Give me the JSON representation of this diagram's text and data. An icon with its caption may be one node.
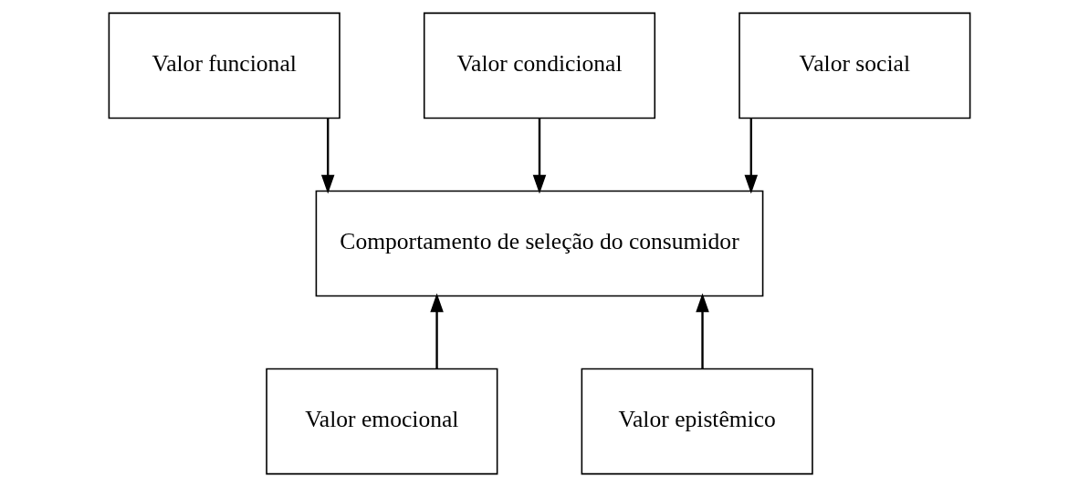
{
  "diagram": {
    "nodes": [
      {
        "text": [
          "Valor funcional"
        ]
      },
      {
        "text": [
          "Valor condicional"
        ]
      },
      {
        "text": [
          "Valor social"
        ]
      },
      {
        "text": [
          "Comportamento de seleção do consumidor"
        ]
      },
      {
        "text": [
          "Valor emocional"
        ]
      },
      {
        "text": [
          "Valor epistêmico"
        ]
      }
    ],
    "edges": [
      {
        "from": 0,
        "to": 3,
        "arrow": "to"
      },
      {
        "from": 1,
        "to": 3,
        "arrow": "to"
      },
      {
        "from": 2,
        "to": 3,
        "arrow": "to"
      },
      {
        "from": 4,
        "to": 3,
        "arrow": "to"
      },
      {
        "from": 5,
        "to": 3,
        "arrow": "to"
      }
    ]
  }
}
